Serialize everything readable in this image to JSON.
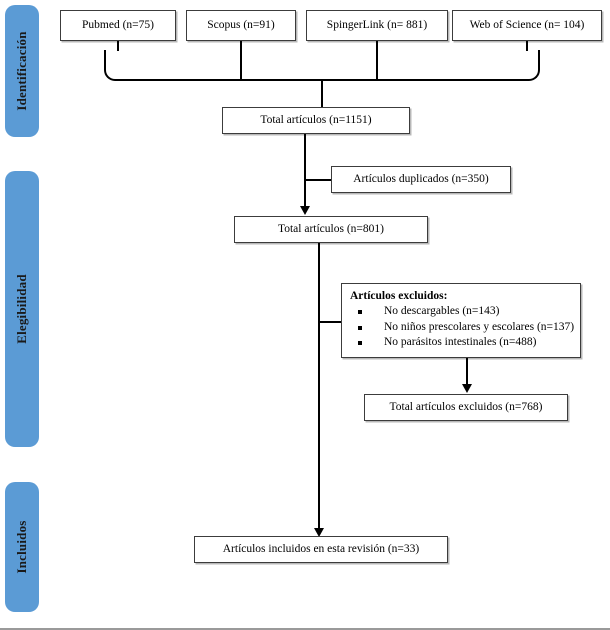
{
  "diagram": {
    "title": "PRISMA flow diagram",
    "accent_color": "#5B9BD5",
    "line_color": "#000000",
    "box_border_color": "#3c3c3c"
  },
  "stages": [
    {
      "id": "identificacion",
      "label": "Identificación"
    },
    {
      "id": "elegibilidad",
      "label": "Elegibilidad"
    },
    {
      "id": "incluidos",
      "label": "Incluidos"
    }
  ],
  "sources": [
    {
      "id": "pubmed",
      "label": "Pubmed (n=75)"
    },
    {
      "id": "scopus",
      "label": "Scopus (n=91)"
    },
    {
      "id": "springerlink",
      "label": "SpingerLink (n= 881)"
    },
    {
      "id": "web-of-science",
      "label": "Web of Science (n= 104)"
    }
  ],
  "nodes": {
    "total_records": "Total artículos (n=1151)",
    "duplicates": "Artículos duplicados (n=350)",
    "after_duplicates": "Total artículos (n=801)",
    "excluded_title": "Artículos excluidos:",
    "excluded_total": "Total artículos excluidos (n=768)",
    "included": "Artículos incluidos en esta revisión (n=33)"
  },
  "excluded_reasons": [
    "No descargables (n=143)",
    "No niños prescolares y escolares (n=137)",
    "No parásitos intestinales (n=488)"
  ],
  "chart_data": {
    "type": "diagram",
    "title": "PRISMA flow diagram",
    "stages": [
      "Identificación",
      "Elegibilidad",
      "Incluidos"
    ],
    "records_by_source": {
      "Pubmed": 75,
      "Scopus": 91,
      "SpingerLink": 881,
      "Web of Science": 104
    },
    "total_records": 1151,
    "duplicates_removed": 350,
    "records_after_duplicates": 801,
    "excluded_reasons": {
      "No descargables": 143,
      "No niños prescolares y escolares": 137,
      "No parásitos intestinales": 488
    },
    "total_excluded": 768,
    "included": 33
  }
}
